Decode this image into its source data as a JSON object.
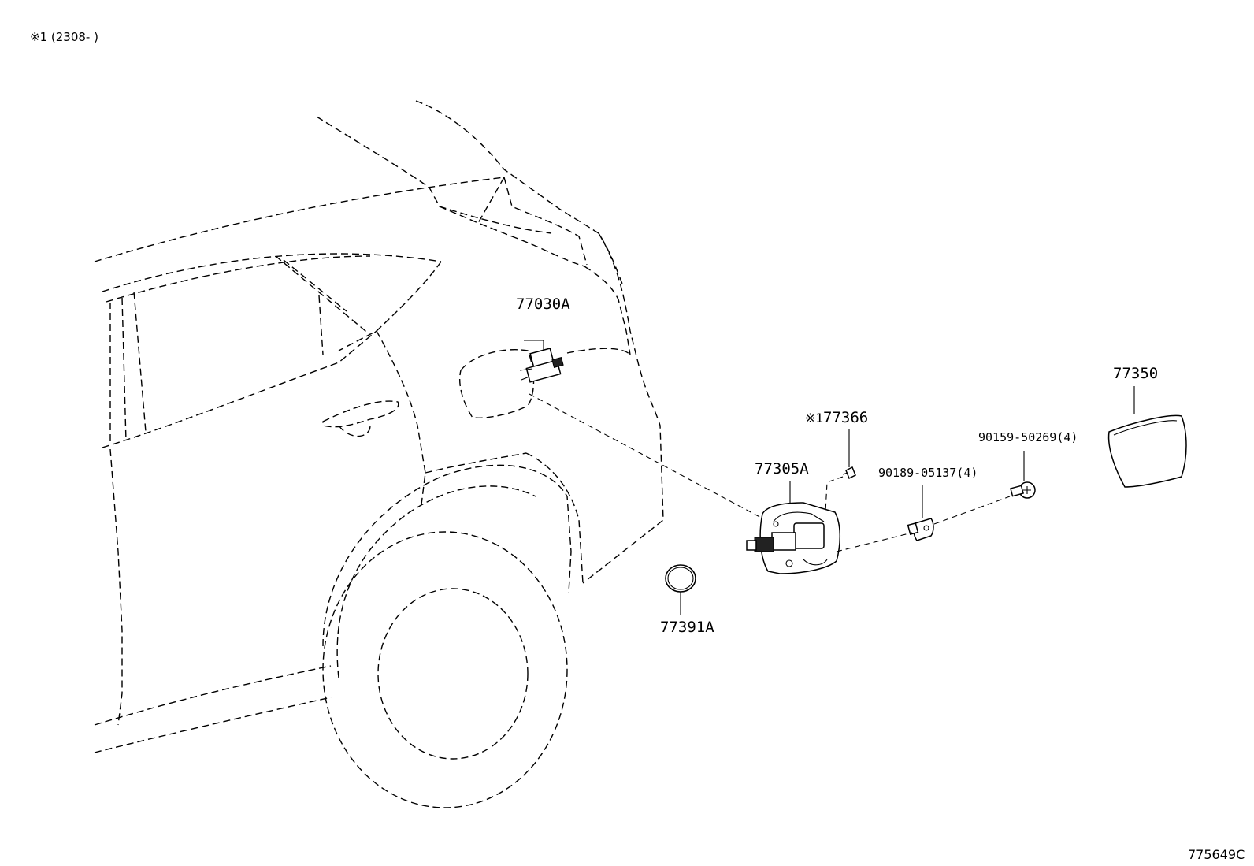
{
  "diagram": {
    "top_note": "※1 (2308-      )",
    "reference_number": "775649C",
    "parts": [
      {
        "id": "p77030a",
        "label": "77030A"
      },
      {
        "id": "p77305a",
        "label": "77305A"
      },
      {
        "id": "p77366",
        "label": "77366",
        "marker": "※1"
      },
      {
        "id": "p90189",
        "label": "90189-05137(4)"
      },
      {
        "id": "p90159",
        "label": "90159-50269(4)"
      },
      {
        "id": "p77350",
        "label": "77350"
      },
      {
        "id": "p77391a",
        "label": "77391A"
      }
    ]
  }
}
